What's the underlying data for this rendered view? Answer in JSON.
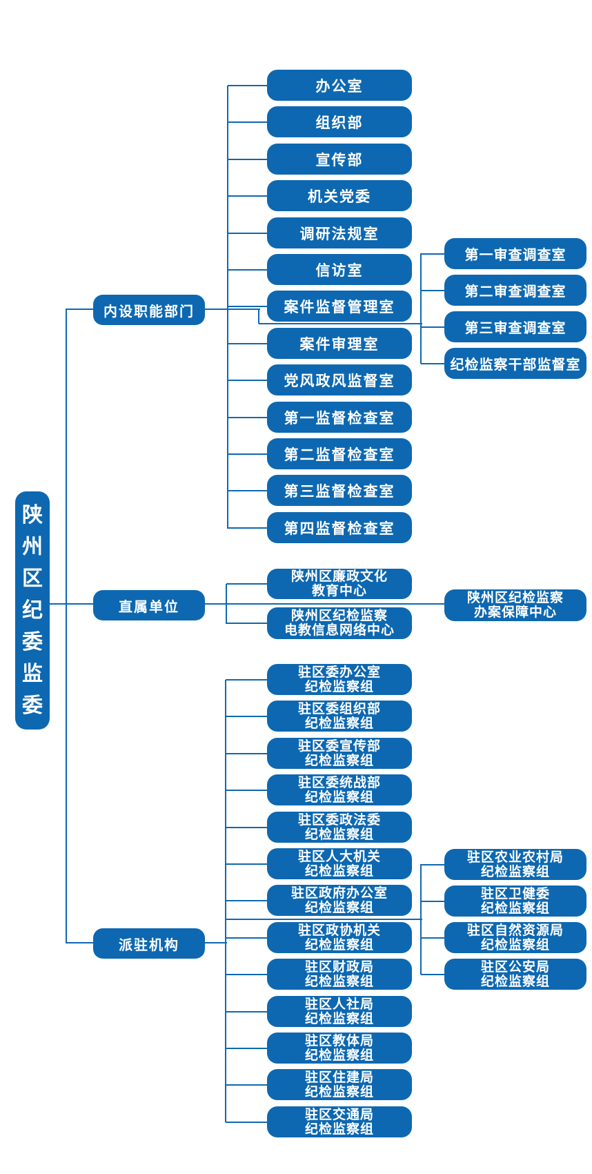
{
  "colors": {
    "primary": "#0d68b1",
    "node_text": "#ffffff",
    "background": "#ffffff"
  },
  "root": {
    "label": "陕州区纪委监委"
  },
  "branches": [
    {
      "label": "内设职能部门",
      "children": [
        "办公室",
        "组织部",
        "宣传部",
        "机关党委",
        "调研法规室",
        "信访室",
        "案件监督管理室",
        "案件审理室",
        "党风政风监督室",
        "第一监督检查室",
        "第二监督检查室",
        "第三监督检查室",
        "第四监督检查室"
      ],
      "sub_children": [
        "第一审查调查室",
        "第二审查调查室",
        "第三审查调查室",
        "纪检监察干部监督室"
      ]
    },
    {
      "label": "直属单位",
      "children": [
        "陕州区廉政文化\n教育中心",
        "陕州区纪检监察\n电教信息网络中心"
      ],
      "sub_children": [
        "陕州区纪检监察\n办案保障中心"
      ]
    },
    {
      "label": "派驻机构",
      "children": [
        "驻区委办公室\n纪检监察组",
        "驻区委组织部\n纪检监察组",
        "驻区委宣传部\n纪检监察组",
        "驻区委统战部\n纪检监察组",
        "驻区委政法委\n纪检监察组",
        "驻区人大机关\n纪检监察组",
        "驻区政府办公室\n纪检监察组",
        "驻区政协机关\n纪检监察组",
        "驻区财政局\n纪检监察组",
        "驻区人社局\n纪检监察组",
        "驻区教体局\n纪检监察组",
        "驻区住建局\n纪检监察组",
        "驻区交通局\n纪检监察组"
      ],
      "sub_children": [
        "驻区农业农村局\n纪检监察组",
        "驻区卫健委\n纪检监察组",
        "驻区自然资源局\n纪检监察组",
        "驻区公安局\n纪检监察组"
      ]
    }
  ]
}
